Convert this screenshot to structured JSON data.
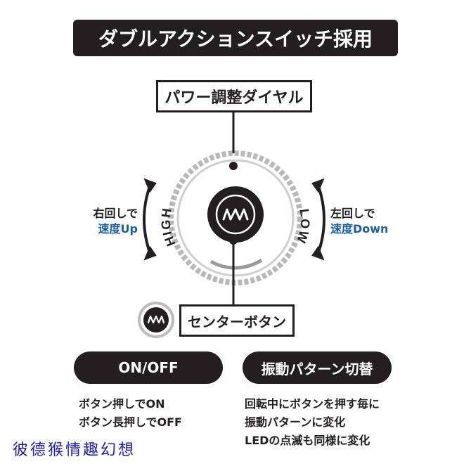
{
  "title": "ダブルアクションスイッチ採用",
  "dial": {
    "label": "パワー調整ダイヤル",
    "high_text": "HIGH",
    "low_text": "LOW",
    "left_turn_line1": "右回しで",
    "left_turn_line2": "速度Up",
    "right_turn_line1": "左回しで",
    "right_turn_line2": "速度Down",
    "accent_color": "#1a5fa6"
  },
  "center_button": {
    "label": "センターボタン",
    "icon": "wave-icon"
  },
  "modes": [
    {
      "title": "ON/OFF",
      "lines": [
        "ボタン押しでON",
        "ボタン長押しでOFF"
      ]
    },
    {
      "title": "振動パターン切替",
      "lines": [
        "回転中にボタンを押す毎に",
        "振動パターンに変化",
        "LEDの点滅も同様に変化"
      ]
    }
  ],
  "watermark": "彼德猴情趣幻想"
}
